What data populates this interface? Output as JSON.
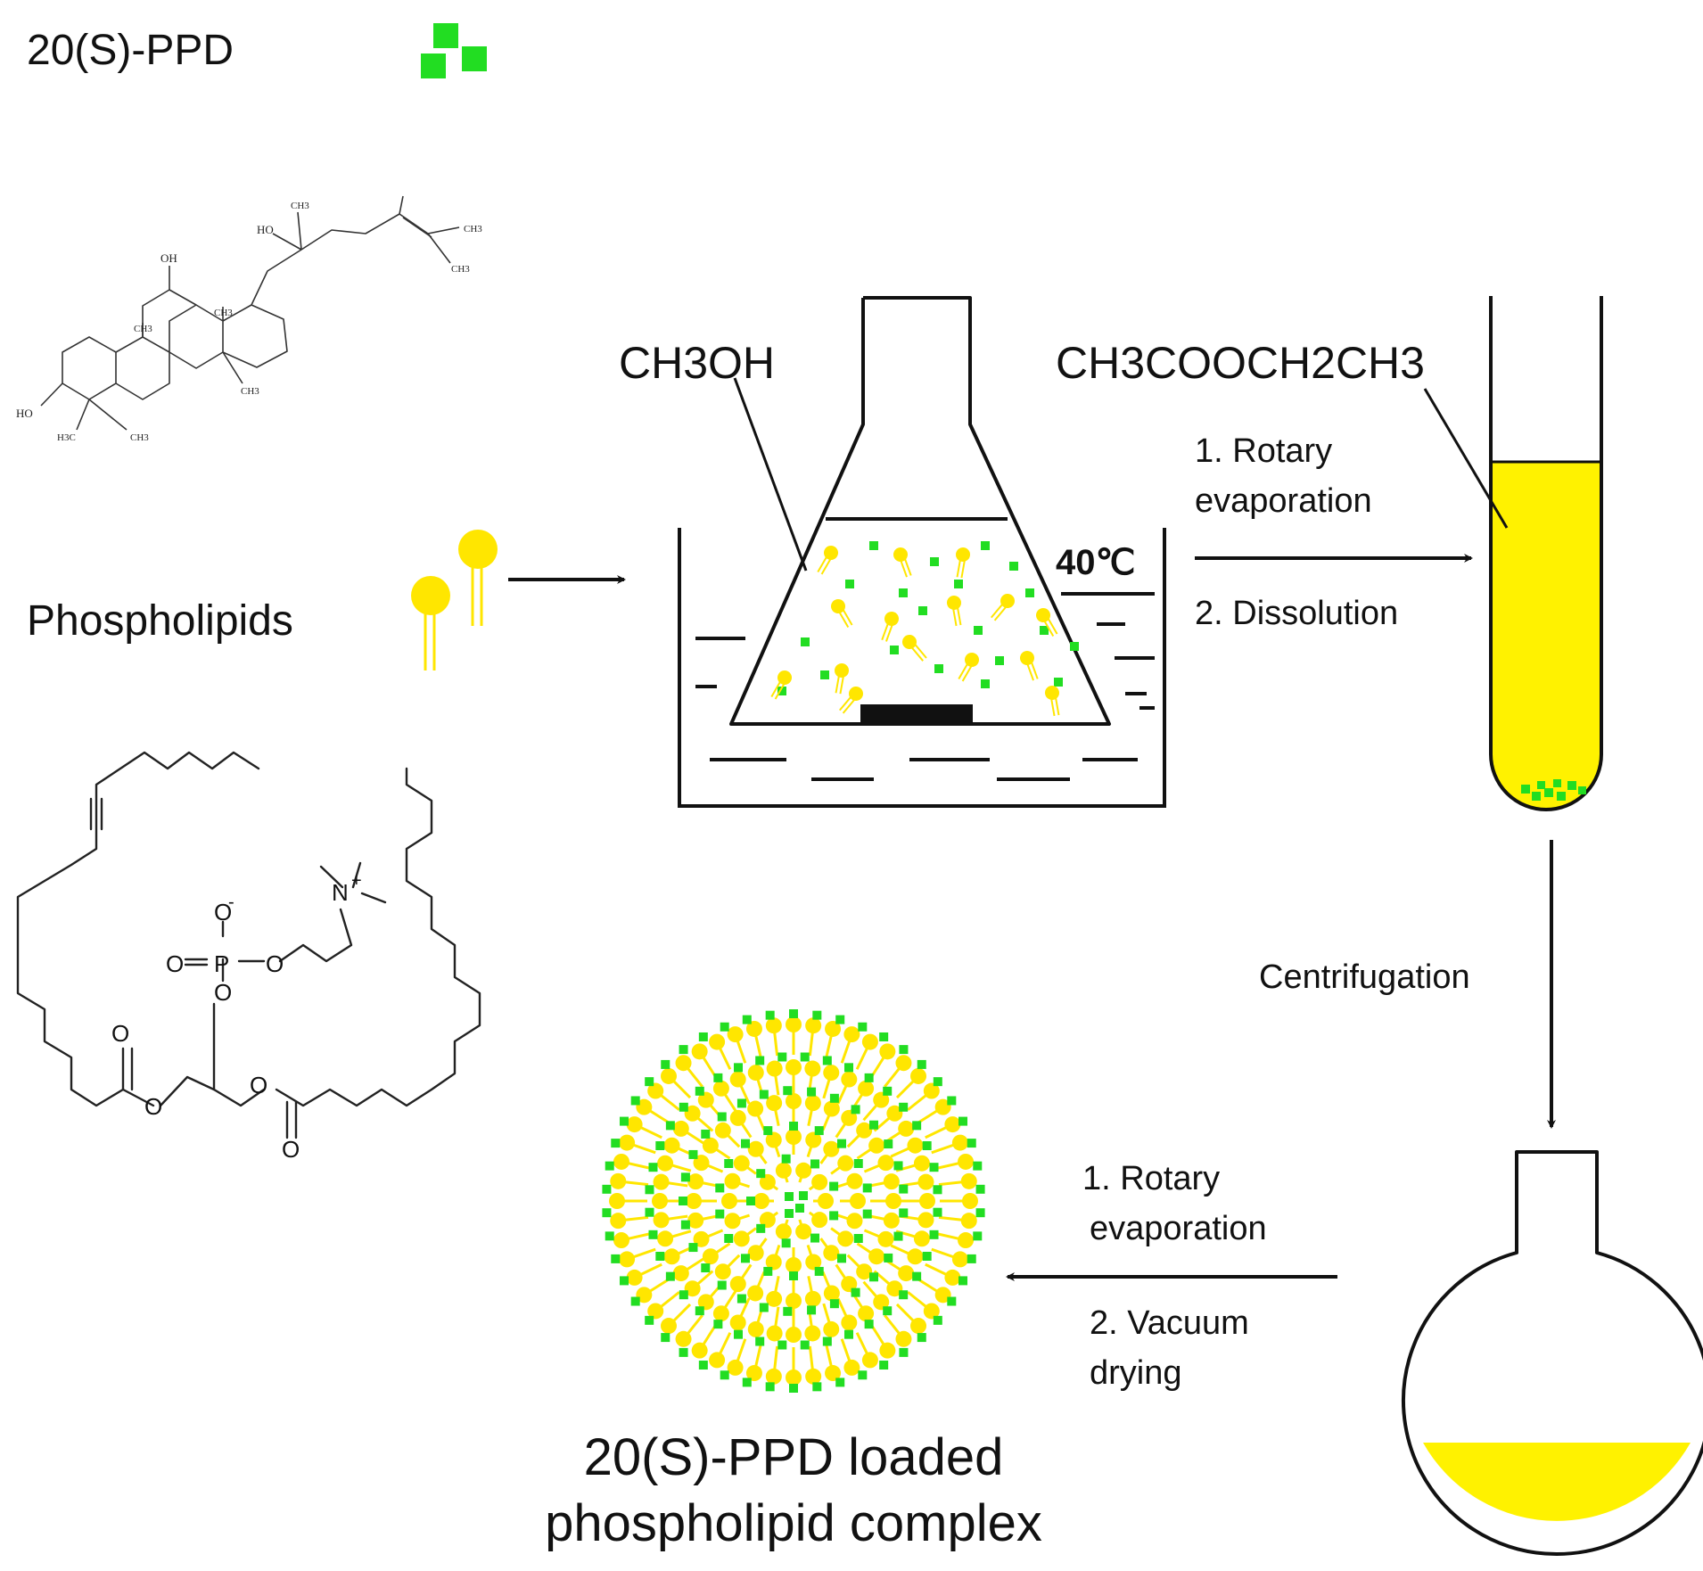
{
  "legend": {
    "drug_label": "20(S)-PPD",
    "phospholipid_label": "Phospholipids"
  },
  "structure_ppd": {
    "atoms": [
      "HO",
      "OH",
      "CH3",
      "CH3",
      "CH3",
      "CH3",
      "CH3",
      "CH3",
      "HO",
      "H3C",
      "CH3"
    ]
  },
  "structure_pc": {
    "atoms": [
      "O",
      "O",
      "O",
      "O",
      "O",
      "O",
      "O",
      "O",
      "P",
      "N"
    ],
    "charges": [
      "-",
      "+"
    ]
  },
  "step1": {
    "solvent_label": "CH3OH",
    "temperature_label": "40℃",
    "arrow_top_line1": "1. Rotary",
    "arrow_top_line2": "evaporation",
    "arrow_bottom": "2. Dissolution"
  },
  "step2": {
    "solvent_label": "CH3COOCH2CH3",
    "arrow_label": "Centrifugation"
  },
  "step3": {
    "arrow_top_line1": "1. Rotary",
    "arrow_top_line2": "evaporation",
    "arrow_bottom_line1": "2. Vacuum",
    "arrow_bottom_line2": "drying"
  },
  "product": {
    "title_line1": "20(S)-PPD loaded",
    "title_line2": "phospholipid complex"
  },
  "colors": {
    "drug_green": "#22dd22",
    "phospholipid_yellow": "#ffe600",
    "solution_yellow": "#fff200",
    "line_black": "#111111"
  }
}
